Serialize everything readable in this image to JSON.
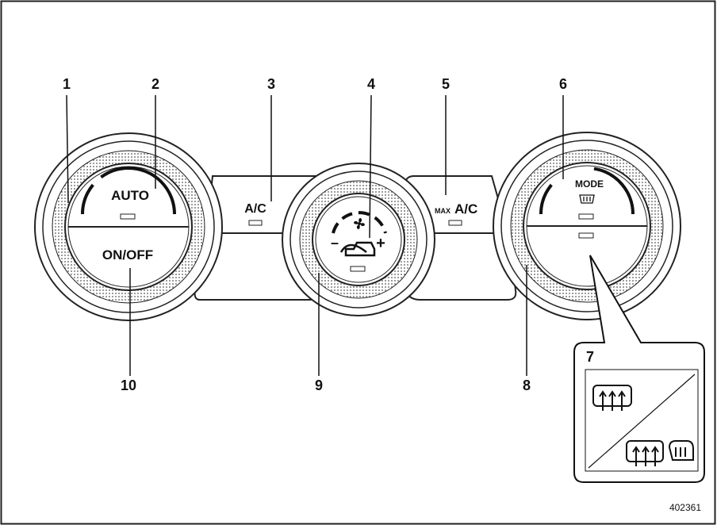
{
  "callouts": {
    "c1": "1",
    "c2": "2",
    "c3": "3",
    "c4": "4",
    "c5": "5",
    "c6": "6",
    "c7": "7",
    "c8": "8",
    "c9": "9",
    "c10": "10"
  },
  "buttons": {
    "auto": "AUTO",
    "on_off": "ON/OFF",
    "ac": "A/C",
    "max_prefix": "MAX",
    "max_ac": "A/C",
    "mode": "MODE",
    "fan_minus": "–",
    "fan_plus": "+"
  },
  "figure_id": "402361"
}
